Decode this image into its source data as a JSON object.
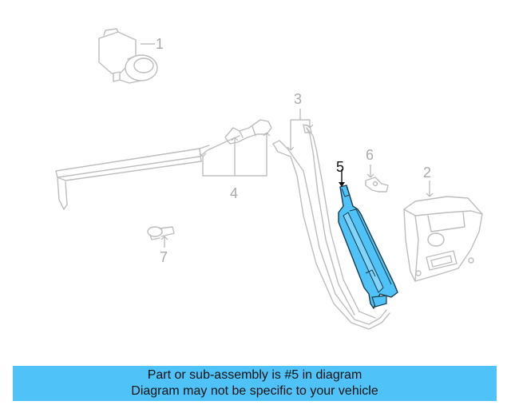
{
  "callouts": {
    "c1": "1",
    "c2": "2",
    "c3": "3",
    "c4": "4",
    "c5": "5",
    "c6": "6",
    "c7": "7"
  },
  "highlight_color": "#4fc3f7",
  "banner": {
    "line1": "Part or sub-assembly is #5 in diagram",
    "line2": "Diagram may not be specific to your vehicle"
  }
}
